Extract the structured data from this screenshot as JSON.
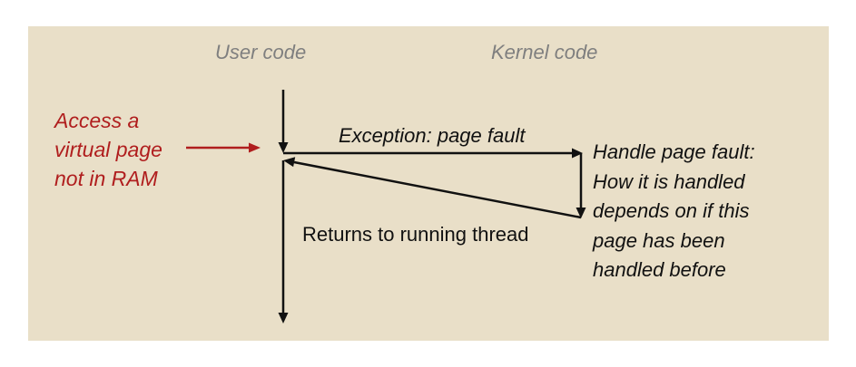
{
  "columns": {
    "user": "User code",
    "kernel": "Kernel code"
  },
  "access_note": {
    "lines": [
      "Access a",
      "virtual page",
      "not in RAM"
    ]
  },
  "exception_label": "Exception: page fault",
  "return_label": "Returns to running thread",
  "handler_note": {
    "lines": [
      "Handle page fault:",
      "How it is handled",
      "depends on if this",
      "page has been",
      "handled before"
    ]
  },
  "colors": {
    "panel": "#e9dfc8",
    "header_text": "#7f7f7f",
    "accent_red": "#b01e1e",
    "ink": "#111111"
  }
}
